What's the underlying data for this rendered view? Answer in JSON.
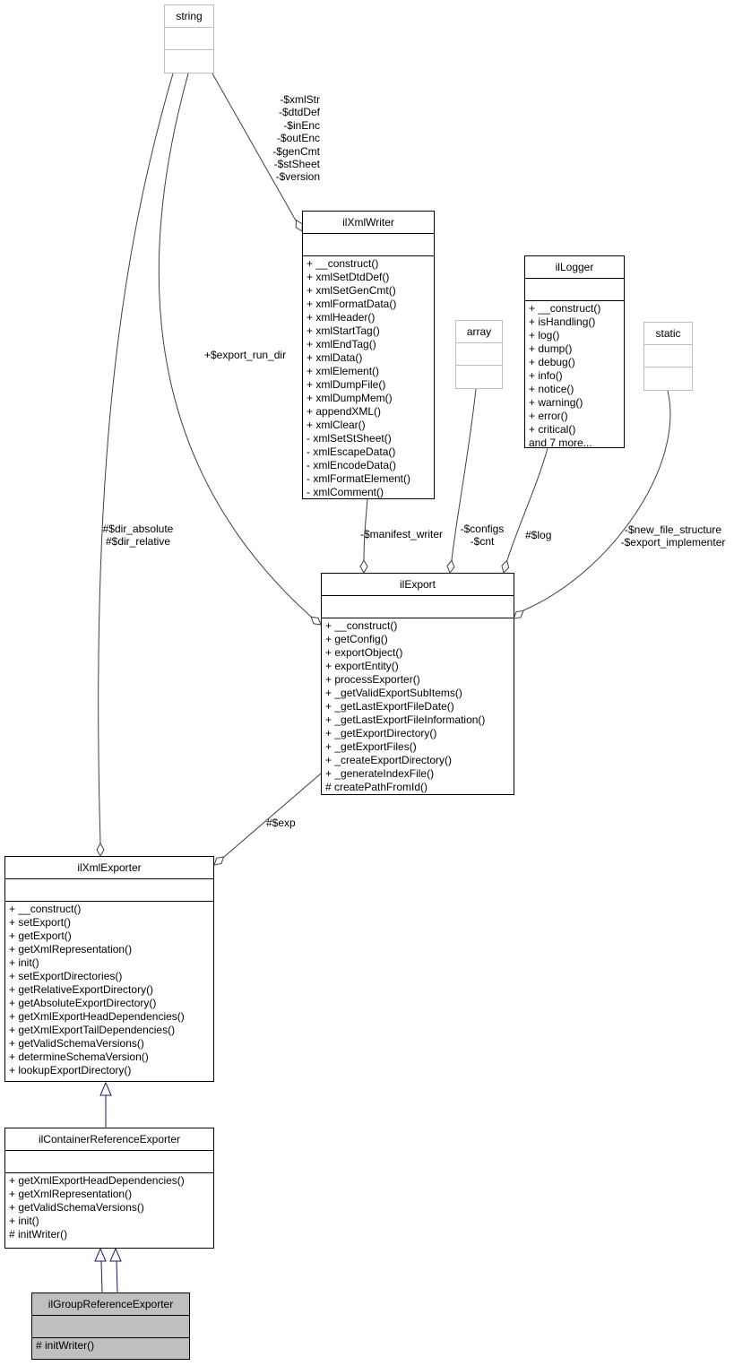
{
  "colors": {
    "inheritance_edge": "#191970",
    "member_edge": "#404040",
    "selected_fill": "#bfbfbf",
    "class_border": "#000000",
    "builtin_border": "#bebebe",
    "background": "#ffffff"
  },
  "classes": {
    "string": {
      "title": "string",
      "methods": []
    },
    "ilXmlWriter": {
      "title": "ilXmlWriter",
      "methods": [
        "+ __construct()",
        "+ xmlSetDtdDef()",
        "+ xmlSetGenCmt()",
        "+ xmlFormatData()",
        "+ xmlHeader()",
        "+ xmlStartTag()",
        "+ xmlEndTag()",
        "+ xmlData()",
        "+ xmlElement()",
        "+ xmlDumpFile()",
        "+ xmlDumpMem()",
        "+ appendXML()",
        "+ xmlClear()",
        "- xmlSetStSheet()",
        "- xmlEscapeData()",
        "- xmlEncodeData()",
        "- xmlFormatElement()",
        "- xmlComment()"
      ]
    },
    "array": {
      "title": "array",
      "methods": []
    },
    "ilLogger": {
      "title": "ilLogger",
      "methods": [
        "+ __construct()",
        "+ isHandling()",
        "+ log()",
        "+ dump()",
        "+ debug()",
        "+ info()",
        "+ notice()",
        "+ warning()",
        "+ error()",
        "+ critical()",
        "and 7 more..."
      ]
    },
    "static": {
      "title": "static",
      "methods": []
    },
    "ilExport": {
      "title": "ilExport",
      "methods": [
        "+ __construct()",
        "+ getConfig()",
        "+ exportObject()",
        "+ exportEntity()",
        "+ processExporter()",
        "+ _getValidExportSubItems()",
        "+ _getLastExportFileDate()",
        "+ _getLastExportFileInformation()",
        "+ _getExportDirectory()",
        "+ _getExportFiles()",
        "+ _createExportDirectory()",
        "+ _generateIndexFile()",
        "# createPathFromId()"
      ]
    },
    "ilXmlExporter": {
      "title": "ilXmlExporter",
      "methods": [
        "+ __construct()",
        "+ setExport()",
        "+ getExport()",
        "+ getXmlRepresentation()",
        "+ init()",
        "+ setExportDirectories()",
        "+ getRelativeExportDirectory()",
        "+ getAbsoluteExportDirectory()",
        "+ getXmlExportHeadDependencies()",
        "+ getXmlExportTailDependencies()",
        "+ getValidSchemaVersions()",
        "+ determineSchemaVersion()",
        "+ lookupExportDirectory()"
      ]
    },
    "ilContainerReferenceExporter": {
      "title": "ilContainerReferenceExporter",
      "methods": [
        "+ getXmlExportHeadDependencies()",
        "+ getXmlRepresentation()",
        "+ getValidSchemaVersions()",
        "+ init()",
        "# initWriter()"
      ]
    },
    "ilGroupReferenceExporter": {
      "title": "ilGroupReferenceExporter",
      "methods": [
        "# initWriter()"
      ]
    }
  },
  "edge_labels": {
    "xmlwriter_string_members": "-$xmlStr\n-$dtdDef\n-$inEnc\n-$outEnc\n-$genCmt\n-$stSheet\n-$version",
    "export_run_dir": "+$export_run_dir",
    "dir_fields": "#$dir_absolute\n#$dir_relative",
    "manifest_writer": "-$manifest_writer",
    "configs_cnt": "-$configs\n-$cnt",
    "log": "#$log",
    "static_fields": "-$new_file_structure\n-$export_implementer",
    "exp": "#$exp"
  }
}
